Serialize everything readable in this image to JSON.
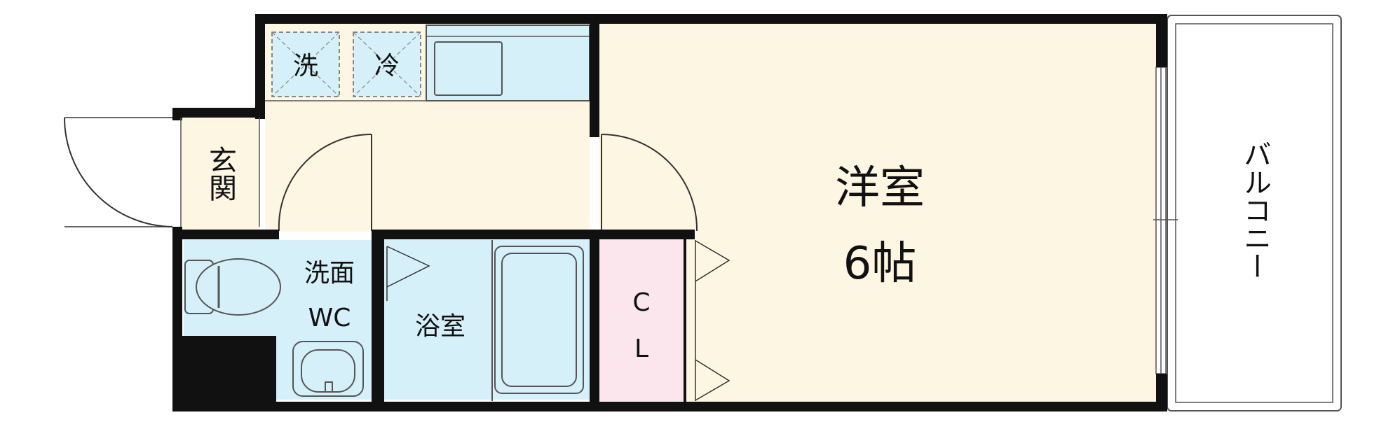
{
  "colors": {
    "wall": "#111111",
    "floor_yellow": "#fdf6e3",
    "floor_blue": "#d6f0fa",
    "floor_pink": "#fbe6ee",
    "line": "#555555"
  },
  "rooms": {
    "western": {
      "label_line1": "洋室",
      "label_line2": "6帖"
    },
    "balcony": {
      "label": "バルコニー"
    },
    "entrance": {
      "label": "玄関"
    },
    "washer": {
      "label": "洗"
    },
    "fridge": {
      "label": "冷"
    },
    "washroom": {
      "label_line1": "洗面",
      "label_line2": "WC"
    },
    "bath": {
      "label": "浴室"
    },
    "closet": {
      "label_line1": "C",
      "label_line2": "L"
    }
  }
}
